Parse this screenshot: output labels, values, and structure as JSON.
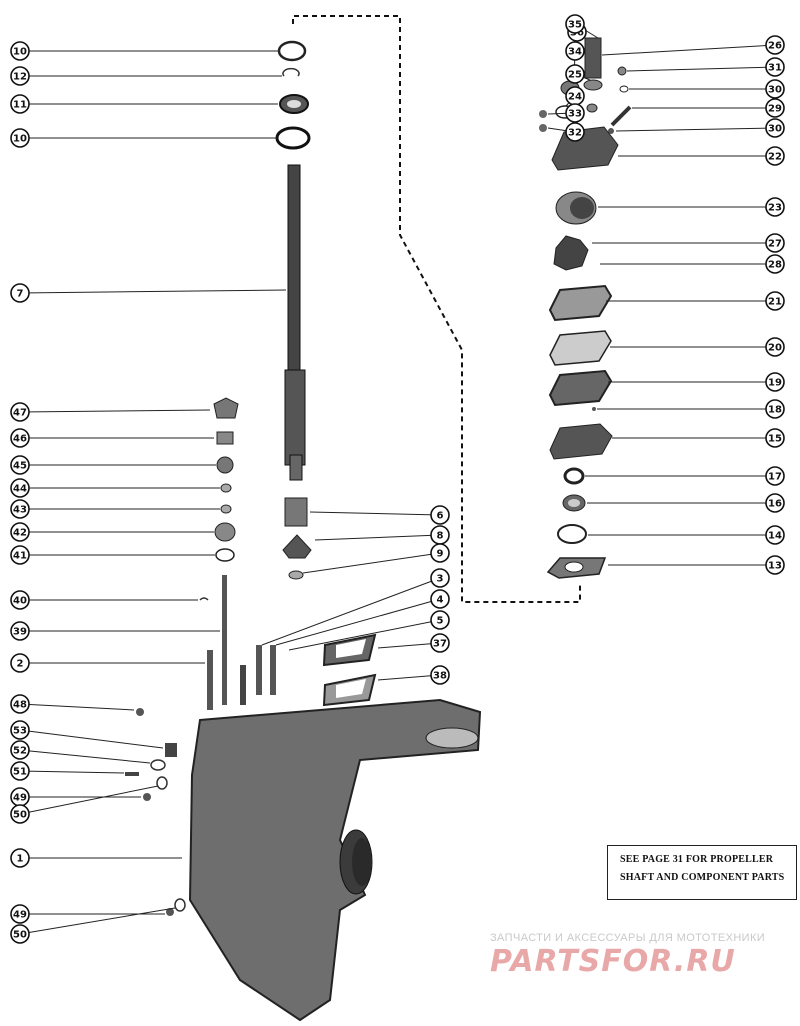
{
  "note": {
    "line1": "SEE PAGE 31 FOR PROPELLER",
    "line2": "SHAFT AND COMPONENT PARTS"
  },
  "watermark": {
    "small": "ЗАПЧАСТИ И АКСЕССУАРЫ ДЛЯ МОТОТЕХНИКИ",
    "logo": "PARTSFOR.RU"
  },
  "callouts_left": [
    "10",
    "12",
    "11",
    "10",
    "7",
    "47",
    "46",
    "45",
    "44",
    "43",
    "42",
    "41",
    "40",
    "39",
    "2",
    "48",
    "53",
    "52",
    "51",
    "49",
    "50",
    "1",
    "49",
    "50"
  ],
  "callouts_right": [
    "36",
    "35",
    "34",
    "26",
    "25",
    "31",
    "24",
    "30",
    "33",
    "29",
    "32",
    "30",
    "22",
    "23",
    "27",
    "28",
    "21",
    "20",
    "19",
    "18",
    "15",
    "17",
    "16",
    "14",
    "13"
  ],
  "callouts_center": [
    "6",
    "8",
    "9",
    "3",
    "4",
    "5",
    "37",
    "38"
  ]
}
